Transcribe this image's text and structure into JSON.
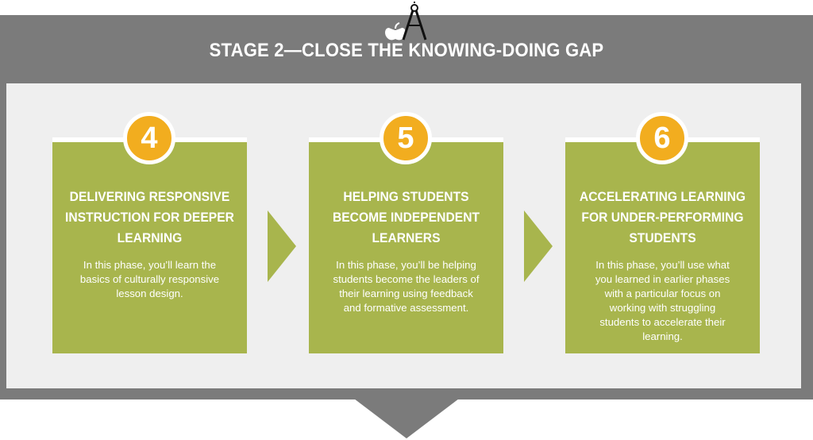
{
  "header": {
    "title": "STAGE 2—CLOSE THE KNOWING-DOING GAP"
  },
  "colors": {
    "frame": "#7b7b7b",
    "panel": "#efefef",
    "card": "#a8b54d",
    "badge": "#f2ad1f",
    "text": "#ffffff"
  },
  "icons": {
    "logo": "apple-compass-icon",
    "connector": "chevron-right-icon",
    "bottom": "triangle-down-icon"
  },
  "phases": [
    {
      "number": "4",
      "title_lines": [
        "DELIVERING RESPONSIVE",
        "INSTRUCTION FOR DEEPER",
        "LEARNING"
      ],
      "text_lines": [
        "In this phase, you’ll learn the",
        "basics of culturally responsive",
        "lesson design."
      ]
    },
    {
      "number": "5",
      "title_lines": [
        "HELPING STUDENTS",
        "BECOME INDEPENDENT",
        "LEARNERS"
      ],
      "text_lines": [
        "In this phase, you’ll be helping",
        "students become the leaders of",
        "their learning using feedback",
        "and formative assessment."
      ]
    },
    {
      "number": "6",
      "title_lines": [
        "ACCELERATING LEARNING",
        "FOR UNDER-PERFORMING",
        "STUDENTS"
      ],
      "text_lines": [
        "In this phase, you’ll use what",
        "you learned in earlier phases",
        "with a particular focus on",
        "working with struggling",
        "students to accelerate their",
        "learning."
      ]
    }
  ]
}
